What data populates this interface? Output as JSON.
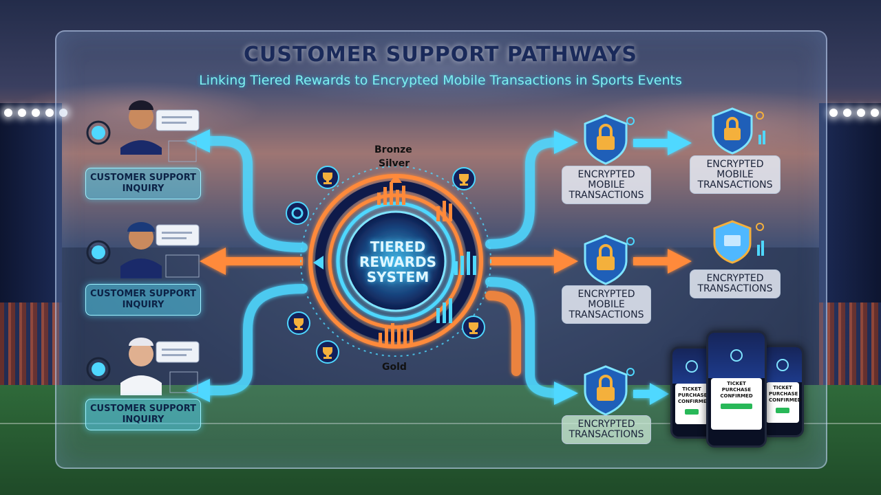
{
  "header": {
    "title": "CUSTOMER SUPPORT PATHWAYS",
    "subtitle": "Linking Tiered Rewards to Encrypted Mobile Transactions in Sports Events"
  },
  "center": {
    "label_line1": "TIERED",
    "label_line2": "REWARDS",
    "label_line3": "SYSTEM",
    "tiers": {
      "bronze": "Bronze",
      "silver": "Silver",
      "gold": "Gold"
    }
  },
  "left_nodes": [
    {
      "line1": "CUSTOMER SUPPORT",
      "line2": "INQUIRY"
    },
    {
      "line1": "CUSTOMER SUPPORT",
      "line2": "INQUIRY"
    },
    {
      "line1": "CUSTOMER SUPPORT",
      "line2": "INQUIRY"
    }
  ],
  "right_nodes": {
    "row1_a": {
      "line1": "ENCRYPTED",
      "line2": "MOBILE",
      "line3": "TRANSACTIONS"
    },
    "row1_b": {
      "line1": "ENCRYPTED",
      "line2": "MOBILE",
      "line3": "TRANSACTIONS"
    },
    "row2_a": {
      "line1": "ENCRYPTED",
      "line2": "MOBILE",
      "line3": "TRANSACTIONS"
    },
    "row2_b": {
      "line1": "ENCRYPTED",
      "line2": "TRANSACTIONS"
    },
    "row3_a": {
      "line1": "ENCRYPTED",
      "line2": "TRANSACTIONS"
    }
  },
  "phones": [
    {
      "line1": "TICKET",
      "line2": "PURCHASE",
      "line3": "CONFIRMED"
    },
    {
      "line1": "TICKET",
      "line2": "PURCHASE",
      "line3": "CONFIRMED"
    },
    {
      "line1": "TICKET",
      "line2": "PURCHASE",
      "line3": "CONFIRMED"
    }
  ],
  "colors": {
    "cyan_arrow": "#4fd8ff",
    "orange_arrow": "#ff8a3a",
    "ring_navy": "#0e1a4a",
    "shield_blue": "#1f5fb8",
    "lock_gold": "#f4b03c"
  }
}
